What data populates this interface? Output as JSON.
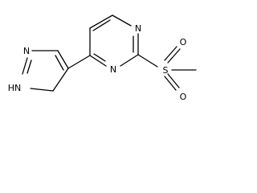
{
  "molecule": {
    "labels": {
      "n_pyrimidine_top": "N",
      "n_pyrimidine_bottom": "N",
      "n_pyrazole_upper": "N",
      "n_pyrazole_lower": "HN",
      "sulfur": "S",
      "oxygen_top": "O",
      "oxygen_bottom": "O"
    },
    "colors": {
      "bond": "#000000",
      "label": "#000000",
      "background": "#ffffff"
    }
  }
}
